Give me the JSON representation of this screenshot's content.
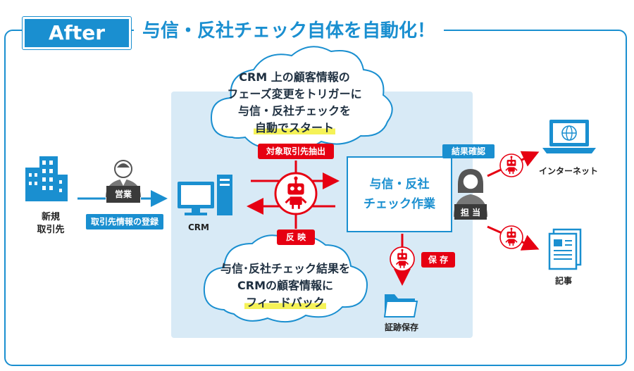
{
  "header": {
    "badge": "After",
    "title": "与信・反社チェック自体を自動化！"
  },
  "new_client": {
    "line1": "新規",
    "line2": "取引先"
  },
  "sales": {
    "badge": "営業",
    "action": "取引先情報の登録"
  },
  "crm": {
    "label": "CRM"
  },
  "cloud_top": {
    "line1": "CRM 上の顧客情報の",
    "line2": "フェーズ変更をトリガーに",
    "line3": "与信・反社チェックを",
    "line4": "自動でスタート"
  },
  "cloud_bottom": {
    "line1": "与信･反社チェック結果を",
    "line2": "CRMの顧客情報に",
    "line3": "フィードバック"
  },
  "tags": {
    "extract": "対象取引先抽出",
    "reflect": "反 映",
    "save": "保 存",
    "confirm": "結果確認"
  },
  "task": {
    "line1": "与信・反社",
    "line2": "チェック作業"
  },
  "person_right": {
    "badge": "担 当"
  },
  "storage": {
    "label": "証跡保存"
  },
  "internet": {
    "label": "インターネット"
  },
  "articles": {
    "label": "記事"
  },
  "colors": {
    "blue": "#1a8fd0",
    "red": "#e60012",
    "panel": "#d8eaf6",
    "highlight": "#f5f257"
  }
}
